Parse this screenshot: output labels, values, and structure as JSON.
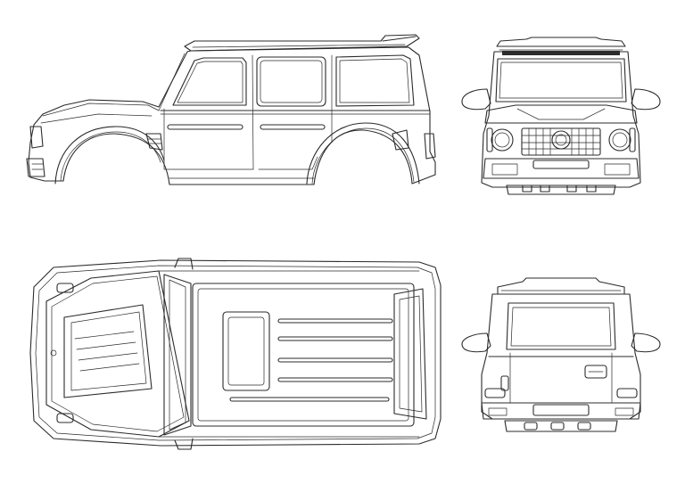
{
  "drawing": {
    "views": [
      {
        "id": "side",
        "icon": "vehicle-side-elevation-icon"
      },
      {
        "id": "front",
        "icon": "vehicle-front-elevation-icon"
      },
      {
        "id": "top",
        "icon": "vehicle-top-plan-icon"
      },
      {
        "id": "rear",
        "icon": "vehicle-rear-elevation-icon"
      }
    ],
    "colors": {
      "line": "#2b2b2b",
      "background": "#ffffff"
    }
  }
}
